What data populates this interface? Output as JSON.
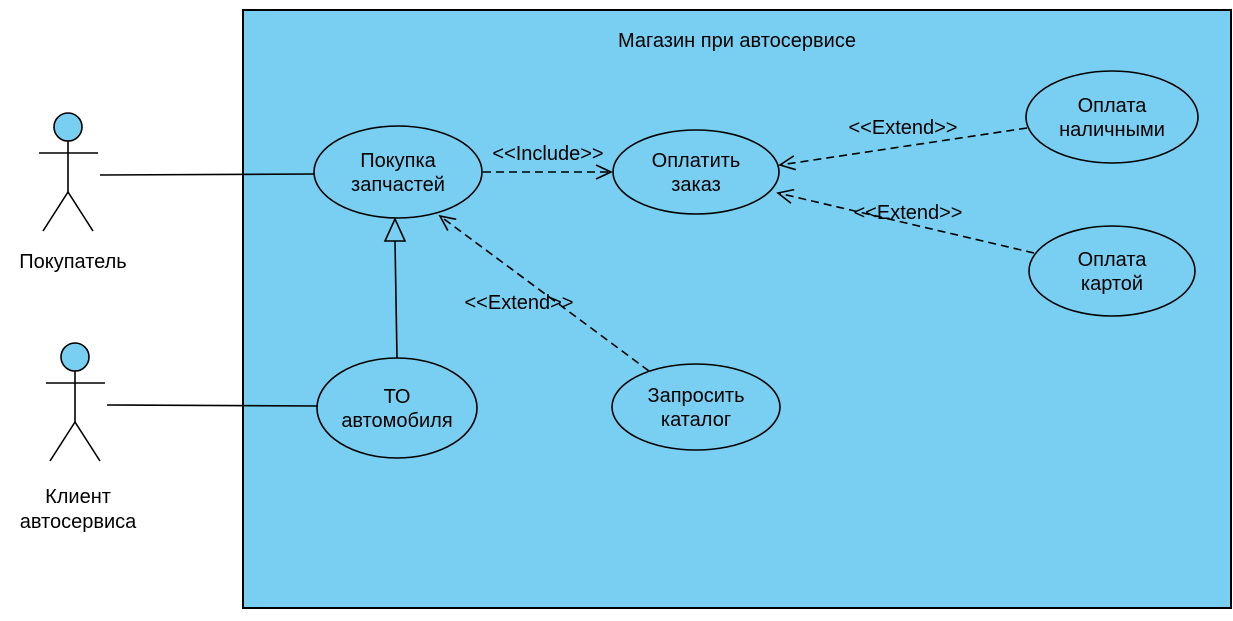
{
  "diagram": {
    "type": "uml-use-case",
    "title": "Магазин при автосервисе",
    "colors": {
      "shape_fill": "#79CFF1",
      "stroke": "#000000",
      "canvas": "#FFFFFF"
    },
    "actors": {
      "buyer": {
        "label": "Покупатель"
      },
      "client": {
        "label_line1": "Клиент",
        "label_line2": "автосервиса"
      }
    },
    "use_cases": {
      "buy_parts": {
        "line1": "Покупка",
        "line2": "запчастей"
      },
      "pay_order": {
        "line1": "Оплатить",
        "line2": "заказ"
      },
      "pay_cash": {
        "line1": "Оплата",
        "line2": "наличными"
      },
      "pay_card": {
        "line1": "Оплата",
        "line2": "картой"
      },
      "car_maintenance": {
        "line1": "ТО",
        "line2": "автомобиля"
      },
      "request_catalog": {
        "line1": "Запросить",
        "line2": "каталог"
      }
    },
    "relations": {
      "include": {
        "label": "<<Include>>",
        "from": "buy_parts",
        "to": "pay_order"
      },
      "extend_cash": {
        "label": "<<Extend>>",
        "from": "pay_cash",
        "to": "pay_order"
      },
      "extend_card": {
        "label": "<<Extend>>",
        "from": "pay_card",
        "to": "pay_order"
      },
      "extend_catalog": {
        "label": "<<Extend>>",
        "from": "request_catalog",
        "to": "buy_parts"
      },
      "generalization": {
        "from": "car_maintenance",
        "to": "buy_parts"
      },
      "association_buyer": {
        "from": "buyer",
        "to": "buy_parts"
      },
      "association_client": {
        "from": "client",
        "to": "car_maintenance"
      }
    }
  }
}
